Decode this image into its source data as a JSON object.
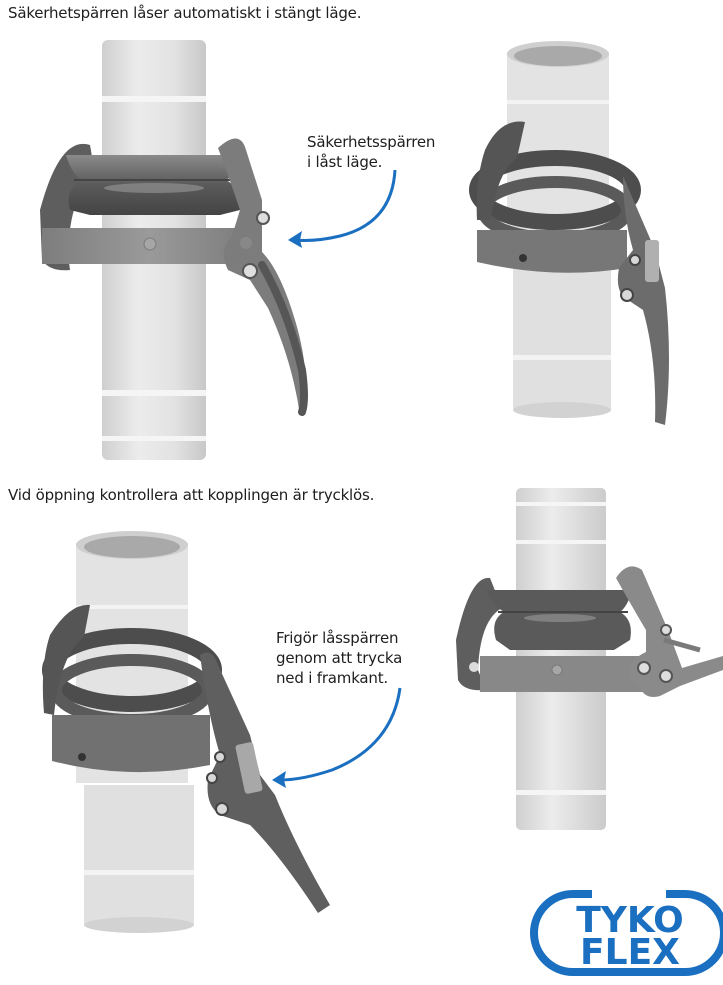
{
  "section1": {
    "heading": "Säkerhetspärren låser automatiskt i stängt läge.",
    "caption_lines": [
      "Säkerhetsspärren",
      "i låst läge."
    ],
    "figures": [
      {
        "label": "coupling-front-view-locked"
      },
      {
        "label": "coupling-angled-view-locked"
      }
    ]
  },
  "section2": {
    "heading": "Vid öppning kontrollera att kopplingen är trycklös.",
    "caption_lines": [
      "Frigör låsspärren",
      "genom att trycka",
      "ned i framkant."
    ],
    "figures": [
      {
        "label": "coupling-angled-view-release"
      },
      {
        "label": "coupling-front-view-open"
      }
    ]
  },
  "logo": {
    "line1": "TYKO",
    "line2": "FLEX"
  },
  "colors": {
    "arrow": "#1a6fc0",
    "logo": "#1a6fc0",
    "pipe": "#dcdcdc",
    "metal": "#6a6a6a",
    "text": "#1e1e1e"
  }
}
